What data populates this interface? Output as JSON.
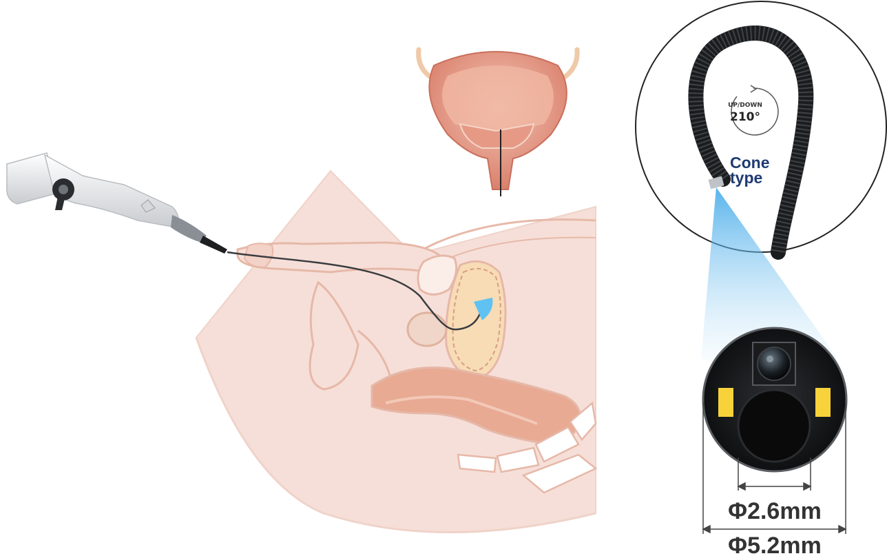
{
  "labels": {
    "rotation_direction": "UP/DOWN",
    "rotation_angle": "210°",
    "tip_type_line1": "Cone",
    "tip_type_line2": "type",
    "inner_diameter": "Φ2.6mm",
    "outer_diameter": "Φ5.2mm"
  },
  "colors": {
    "anatomy_fill": "#f6dfd8",
    "anatomy_line": "#e6b8a8",
    "bladder_fill": "#d98a78",
    "prostate_fill": "#f7dcb5",
    "tip_blue": "#2f9fe3",
    "label_navy": "#1f3b73",
    "led_yellow": "#f7d23b",
    "dim_text": "#333333"
  },
  "icons": {
    "rotation": "curved-arrow-icon",
    "camera": "camera-lens-icon",
    "led": "led-light-icon"
  }
}
